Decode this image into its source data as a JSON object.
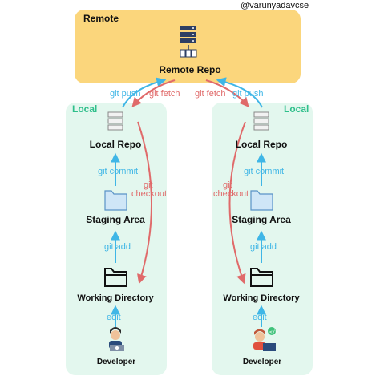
{
  "watermark": "@varunyadavcse",
  "remote": {
    "title": "Remote",
    "repo_label": "Remote Repo",
    "icon": "server-with-files-icon"
  },
  "left_arrows": {
    "push": "git push",
    "fetch": "git fetch"
  },
  "right_arrows": {
    "fetch": "git fetch",
    "push": "git push"
  },
  "locals": [
    {
      "title": "Local",
      "repo_label": "Local Repo",
      "commit": "git commit",
      "checkout_line1": "git",
      "checkout_line2": "checkout",
      "staging_label": "Staging Area",
      "add": "git add",
      "workdir_label": "Working Directory",
      "edit": "edit",
      "developer_label": "Developer",
      "developer_icon": "developer-with-laptop-icon"
    },
    {
      "title": "Local",
      "repo_label": "Local Repo",
      "commit": "git commit",
      "checkout_line1": "git",
      "checkout_line2": "checkout",
      "staging_label": "Staging Area",
      "add": "git add",
      "workdir_label": "Working Directory",
      "edit": "edit",
      "developer_label": "Developer",
      "developer_icon": "developer-with-laptop-icon"
    }
  ],
  "colors": {
    "remote_fill": "#fbd67c",
    "local_fill": "#e3f7ee",
    "arrow_blue": "#3fb6e6",
    "arrow_red": "#e06a6a"
  }
}
